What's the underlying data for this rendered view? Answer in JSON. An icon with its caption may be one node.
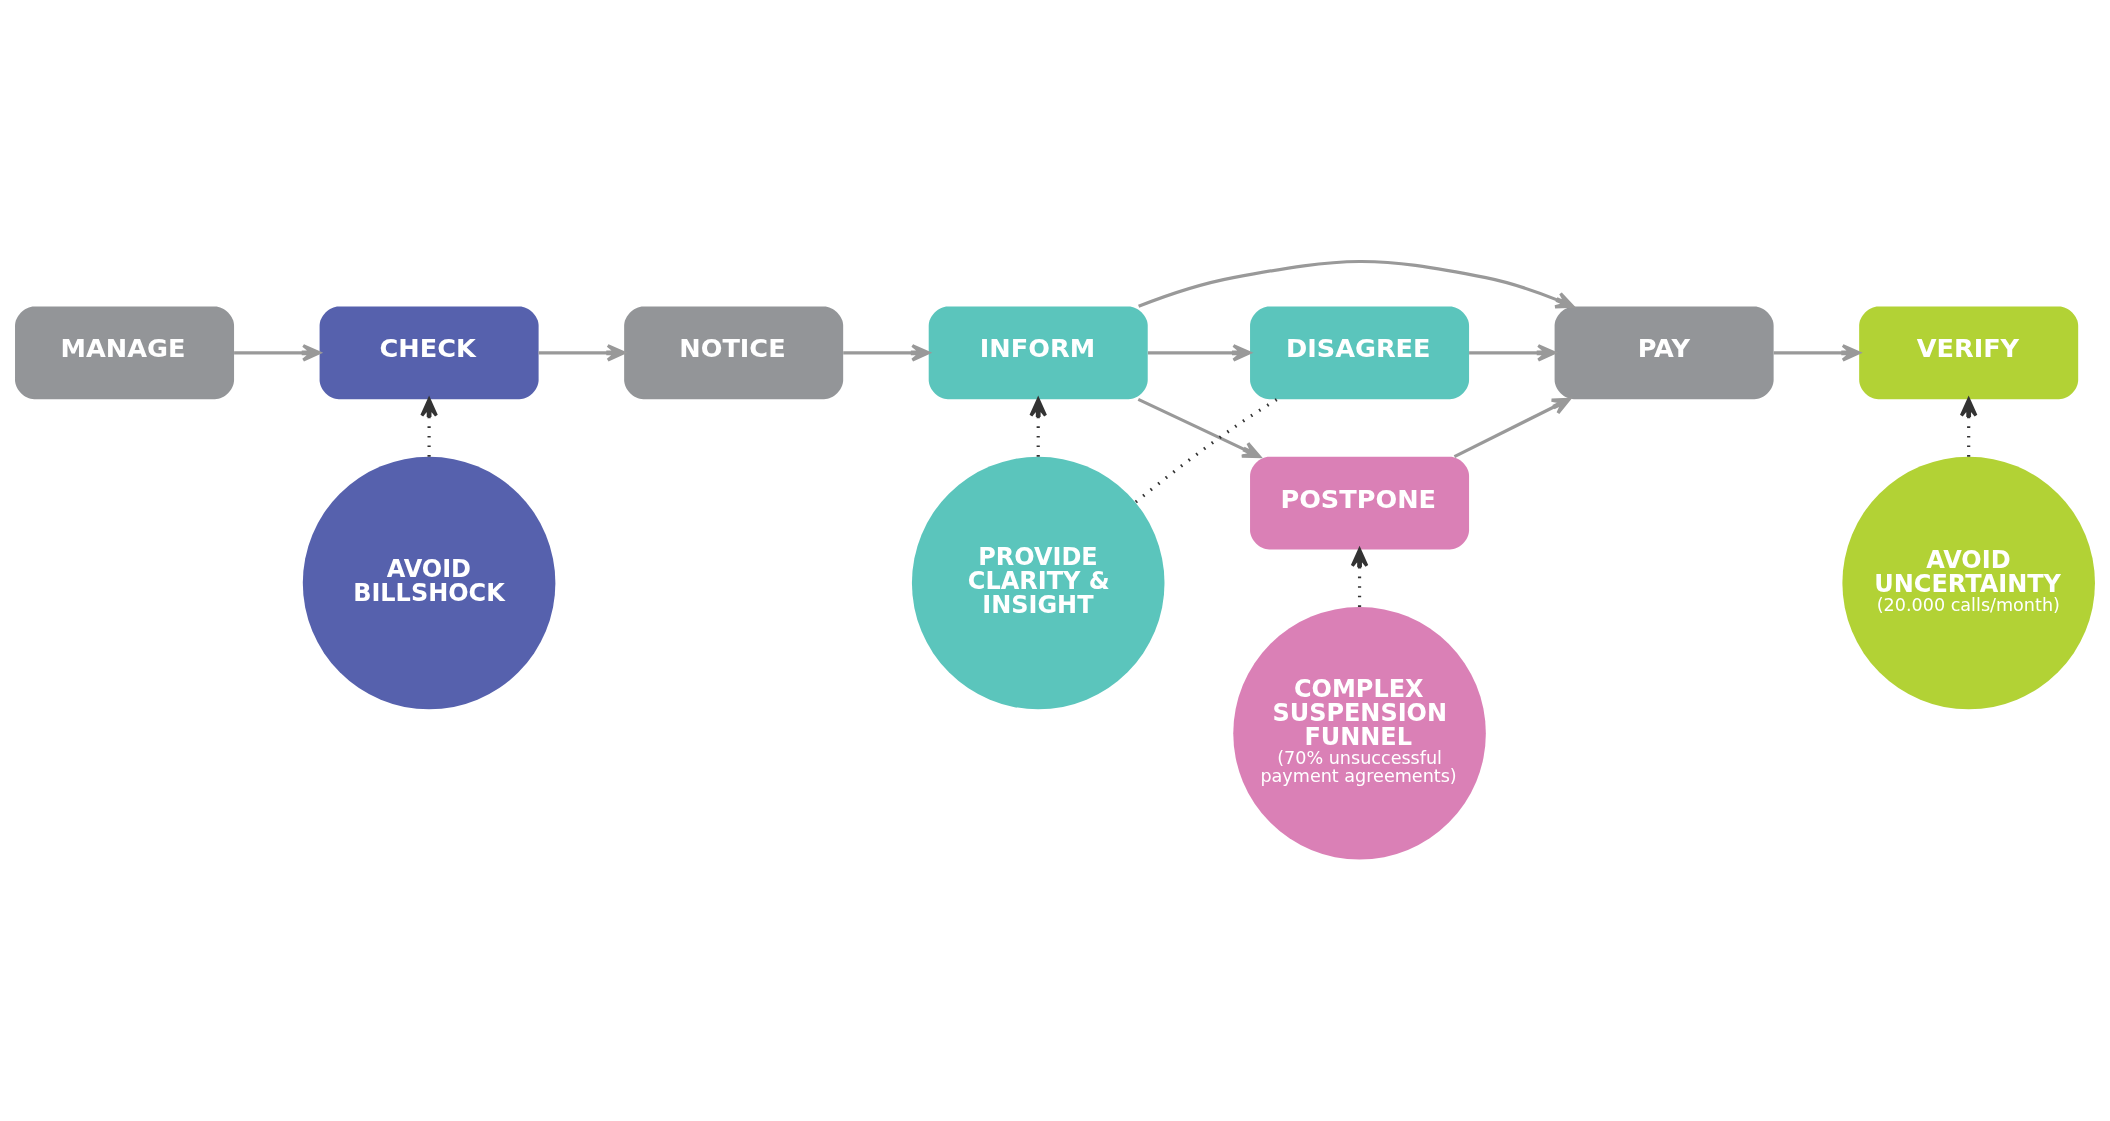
{
  "diagram": {
    "nodes": [
      {
        "text": [
          "MANAGE"
        ]
      },
      {
        "text": [
          "CHECK"
        ]
      },
      {
        "text": [
          "NOTICE"
        ]
      },
      {
        "text": [
          "INFORM"
        ]
      },
      {
        "text": [
          "PAY"
        ]
      },
      {
        "text": [
          "VERIFY"
        ]
      },
      {
        "text": [
          "DISAGREE"
        ]
      },
      {
        "text": [
          "POSTPONE"
        ]
      },
      {
        "text": [
          "AVOID BILLSHOCK"
        ]
      },
      {
        "text": [
          "AVOID UNCERTAINTY",
          "(20.000 calls/month)"
        ]
      },
      {
        "text": [
          "PROVIDE CLARITY & INSIGHT"
        ]
      },
      {
        "text": [
          "COMPLEX SUSPENSION FUNNEL",
          "(70% unsuccessful payment agreements)"
        ]
      }
    ],
    "edges": [
      {
        "from": 0,
        "to": 1,
        "arrow": "to"
      },
      {
        "from": 1,
        "to": 2,
        "arrow": "to"
      },
      {
        "from": 2,
        "to": 3,
        "arrow": "to"
      },
      {
        "from": 3,
        "to": 4,
        "arrow": "to"
      },
      {
        "from": 4,
        "to": 5,
        "arrow": "to"
      },
      {
        "from": 3,
        "to": 6,
        "arrow": "to"
      },
      {
        "from": 3,
        "to": 7,
        "arrow": "to"
      },
      {
        "from": 6,
        "to": 4,
        "arrow": "to"
      },
      {
        "from": 7,
        "to": 4,
        "arrow": "to"
      },
      {
        "from": 8,
        "to": 1,
        "arrow": "to",
        "style": "dashed",
        "color": "#333333"
      },
      {
        "from": 9,
        "to": 5,
        "arrow": "to",
        "style": "dashed",
        "color": "#333333"
      },
      {
        "from": 10,
        "to": 3,
        "arrow": "to",
        "style": "dashed",
        "color": "#333333"
      },
      {
        "from": 10,
        "to": 6,
        "arrow": "none",
        "style": "dashed",
        "color": "#333333"
      },
      {
        "from": 11,
        "to": 7,
        "arrow": "to",
        "style": "dashed",
        "color": "#333333"
      }
    ]
  }
}
